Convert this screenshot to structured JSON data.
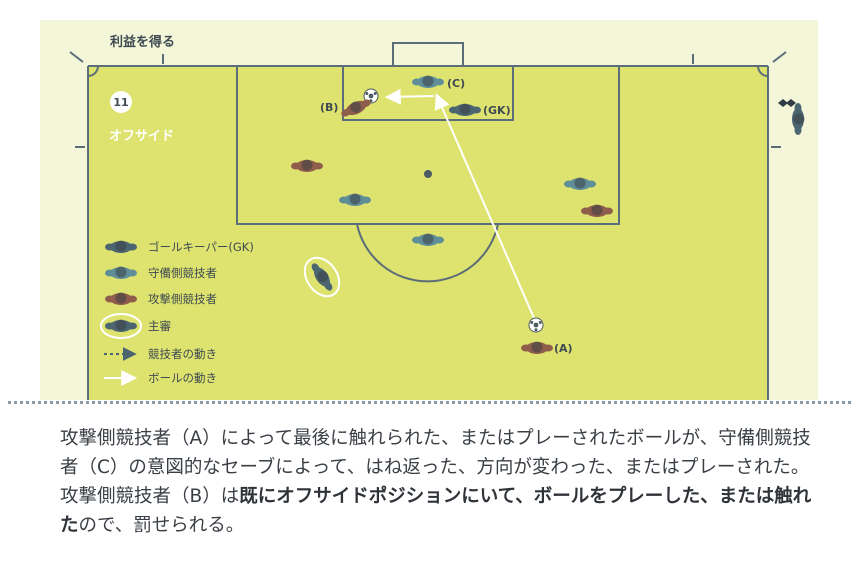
{
  "diagram": {
    "section_title": "利益を得る",
    "number": "11",
    "title": "オフサイド",
    "labels": {
      "a": "(A)",
      "b": "(B)",
      "c": "(C)",
      "gk": "(GK)"
    },
    "legend": [
      {
        "key": "gk",
        "label": "ゴールキーパー(GK)"
      },
      {
        "key": "defender",
        "label": "守備側競技者"
      },
      {
        "key": "attacker",
        "label": "攻撃側競技者"
      },
      {
        "key": "referee",
        "label": "主審"
      },
      {
        "key": "player_movement",
        "label": "競技者の動き"
      },
      {
        "key": "ball_movement",
        "label": "ボールの動き"
      }
    ],
    "colors": {
      "field": "#dde36e",
      "background": "#f3f6d8",
      "lines": "#5b6d78",
      "gk": "#4b6571",
      "defender": "#5f8e99",
      "attacker": "#8f5d4b",
      "ball_path": "#ffffff"
    }
  },
  "caption": {
    "part1": "攻撃側競技者（A）によって最後に触れられた、またはプレーされたボールが、守備側競技者（C）の意図的なセーブによって、はね返った、方向が変わった、またはプレーされた。攻撃側競技者（B）は",
    "bold1": "既にオフサイドポジションにいて、ボールをプレーした、または触れた",
    "part2": "ので、罰せられる。"
  }
}
